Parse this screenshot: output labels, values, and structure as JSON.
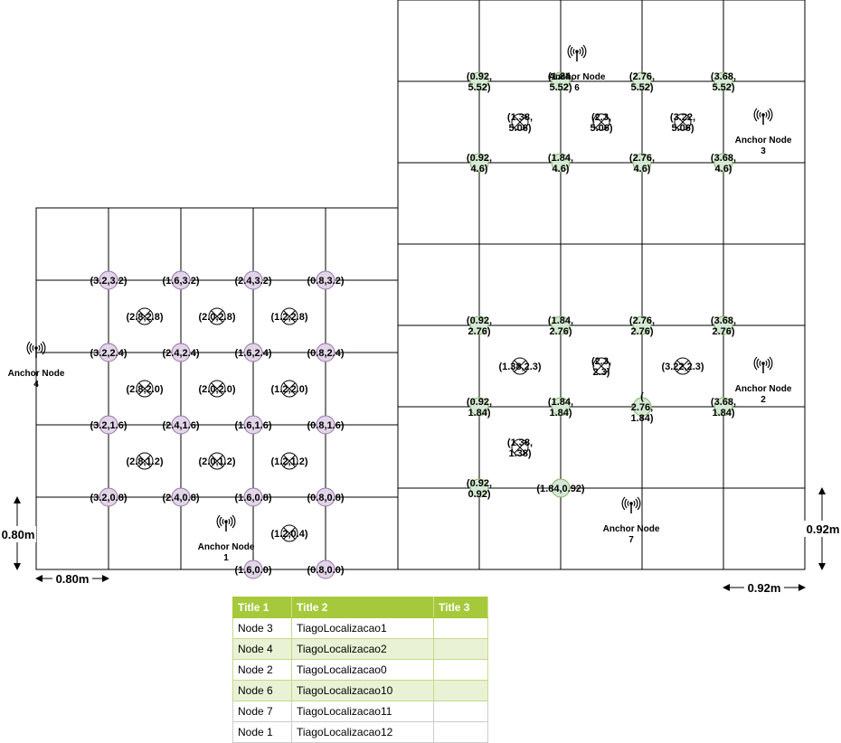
{
  "left_grid": {
    "points": [
      {
        "label": "(3.2,3.2)",
        "c": 1,
        "r": 1
      },
      {
        "label": "(1.6,3.2)",
        "c": 2,
        "r": 1
      },
      {
        "label": "(2.4,3.2)",
        "c": 3,
        "r": 1
      },
      {
        "label": "(0.8,3.2)",
        "c": 4,
        "r": 1
      },
      {
        "label": "(3.2,2.4)",
        "c": 1,
        "r": 2
      },
      {
        "label": "(2.4,2.4)",
        "c": 2,
        "r": 2
      },
      {
        "label": "(1.6,2.4)",
        "c": 3,
        "r": 2
      },
      {
        "label": "(0.8,2.4)",
        "c": 4,
        "r": 2
      },
      {
        "label": "(3.2,1.6)",
        "c": 1,
        "r": 3
      },
      {
        "label": "(2.4,1.6)",
        "c": 2,
        "r": 3
      },
      {
        "label": "(1.6,1.6)",
        "c": 3,
        "r": 3
      },
      {
        "label": "(0.8,1.6)",
        "c": 4,
        "r": 3
      },
      {
        "label": "(3.2,0.8)",
        "c": 1,
        "r": 4
      },
      {
        "label": "(2.4,0.8)",
        "c": 2,
        "r": 4
      },
      {
        "label": "(1.6,0.8)",
        "c": 3,
        "r": 4
      },
      {
        "label": "(0.8,0.8)",
        "c": 4,
        "r": 4
      },
      {
        "label": "(1.6,0.0)",
        "c": 3,
        "r": 5
      },
      {
        "label": "(0.8,0.0)",
        "c": 4,
        "r": 5
      }
    ],
    "crosses": [
      {
        "label": "(2.8,2.8)",
        "c": 1.5,
        "r": 1.5
      },
      {
        "label": "(2.0,2.8)",
        "c": 2.5,
        "r": 1.5
      },
      {
        "label": "(1.2,2.8)",
        "c": 3.5,
        "r": 1.5
      },
      {
        "label": "(2.8,2.0)",
        "c": 1.5,
        "r": 2.5
      },
      {
        "label": "(2.0,2.0)",
        "c": 2.5,
        "r": 2.5
      },
      {
        "label": "(1.2,2.0)",
        "c": 3.5,
        "r": 2.5
      },
      {
        "label": "(2.8,1.2)",
        "c": 1.5,
        "r": 3.5
      },
      {
        "label": "(2.0,1.2)",
        "c": 2.5,
        "r": 3.5
      },
      {
        "label": "(1.2,1.2)",
        "c": 3.5,
        "r": 3.5
      },
      {
        "label": "(1.2,0.4)",
        "c": 3.5,
        "r": 4.5
      }
    ]
  },
  "right_grid": {
    "points": [
      {
        "label": "(0.92, 5.52)",
        "c": 1,
        "r": 1
      },
      {
        "label": "(1.84, 5.52)",
        "c": 2,
        "r": 1
      },
      {
        "label": "(2.76, 5.52)",
        "c": 3,
        "r": 1
      },
      {
        "label": "(3.68, 5.52)",
        "c": 4,
        "r": 1
      },
      {
        "label": "(0.92, 4.6)",
        "c": 1,
        "r": 2
      },
      {
        "label": "(1.84, 4.6)",
        "c": 2,
        "r": 2
      },
      {
        "label": "(2.76, 4.6)",
        "c": 3,
        "r": 2
      },
      {
        "label": "(3.68, 4.6)",
        "c": 4,
        "r": 2
      },
      {
        "label": "(0.92, 2.76)",
        "c": 1,
        "r": 4
      },
      {
        "label": "(1.84, 2.76)",
        "c": 2,
        "r": 4
      },
      {
        "label": "(2.76, 2.76)",
        "c": 3,
        "r": 4
      },
      {
        "label": "(3.68, 2.76)",
        "c": 4,
        "r": 4
      },
      {
        "label": "(0.92, 1.84)",
        "c": 1,
        "r": 5
      },
      {
        "label": "(1.84, 1.84)",
        "c": 2,
        "r": 5
      },
      {
        "label": "( 2.76, 1.84)",
        "c": 3,
        "r": 5
      },
      {
        "label": "(3.68, 1.84)",
        "c": 4,
        "r": 5
      },
      {
        "label": "(0.92, 0.92)",
        "c": 1,
        "r": 6
      },
      {
        "label": "(1.84,0.92)",
        "c": 2,
        "r": 6
      }
    ],
    "crosses": [
      {
        "label": "(1.38, 5.06)",
        "c": 1.5,
        "r": 1.5
      },
      {
        "label": "(2.3, 5.06)",
        "c": 2.5,
        "r": 1.5
      },
      {
        "label": "(3.22, 5.06)",
        "c": 3.5,
        "r": 1.5
      },
      {
        "label": "(1.38,2.3)",
        "c": 1.5,
        "r": 4.5
      },
      {
        "label": "(2.3, 2.3)",
        "c": 2.5,
        "r": 4.5
      },
      {
        "label": "(3.22,2.3)",
        "c": 3.5,
        "r": 4.5
      },
      {
        "label": "(1.38, 1.38)",
        "c": 1.5,
        "r": 5.5
      }
    ]
  },
  "anchors": [
    {
      "id": "node-4",
      "label": "Anchor Node 4"
    },
    {
      "id": "node-1",
      "label": "Anchor Node 1"
    },
    {
      "id": "node-6",
      "label": "Anchor Node 6"
    },
    {
      "id": "node-3",
      "label": "Anchor Node 3"
    },
    {
      "id": "node-2",
      "label": "Anchor Node 2"
    },
    {
      "id": "node-7",
      "label": "Anchor Node 7"
    }
  ],
  "dimensions": {
    "left_vertical": "0.80m",
    "left_horizontal": "0.80m",
    "right_vertical": "0.92m",
    "right_horizontal": "0.92m"
  },
  "colors": {
    "left_point": "#e1d5e7",
    "left_point_stroke": "#9673a6",
    "right_point": "#d5e8d4",
    "right_point_stroke": "#82b366",
    "table_header": "#a6c93c",
    "table_alt_row": "#eaf2d6"
  },
  "table": {
    "headers": [
      "Title 1",
      "Title 2",
      "Title 3"
    ],
    "rows": [
      [
        "Node 3",
        "TiagoLocalizacao1",
        ""
      ],
      [
        "Node 4",
        "TiagoLocalizacao2",
        ""
      ],
      [
        "Node 2",
        "TiagoLocalizacao0",
        ""
      ],
      [
        "Node 6",
        "TiagoLocalizacao10",
        ""
      ],
      [
        "Node 7",
        "TiagoLocalizacao11",
        ""
      ],
      [
        "Node 1",
        "TiagoLocalizacao12",
        ""
      ]
    ]
  }
}
